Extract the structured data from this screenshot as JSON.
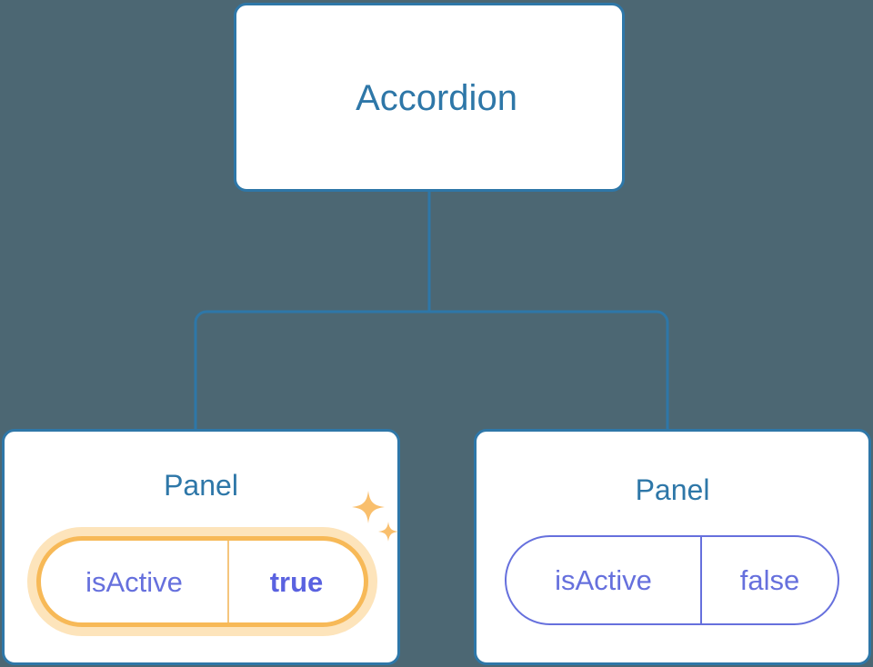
{
  "diagram": {
    "type": "component-tree",
    "background_color": "#4c6773",
    "node_border_color": "#2e77a8",
    "node_title_color": "#2e77a8",
    "connector_color": "#2e77a8",
    "prop_color": "#6670dd",
    "highlight_color": "#f7b957",
    "highlight_glow_color": "#fde4bb",
    "root": {
      "title": "Accordion"
    },
    "children": [
      {
        "title": "Panel",
        "prop": {
          "key": "isActive",
          "value": "true"
        },
        "highlighted": true,
        "sparkle": true
      },
      {
        "title": "Panel",
        "prop": {
          "key": "isActive",
          "value": "false"
        },
        "highlighted": false,
        "sparkle": false
      }
    ]
  }
}
